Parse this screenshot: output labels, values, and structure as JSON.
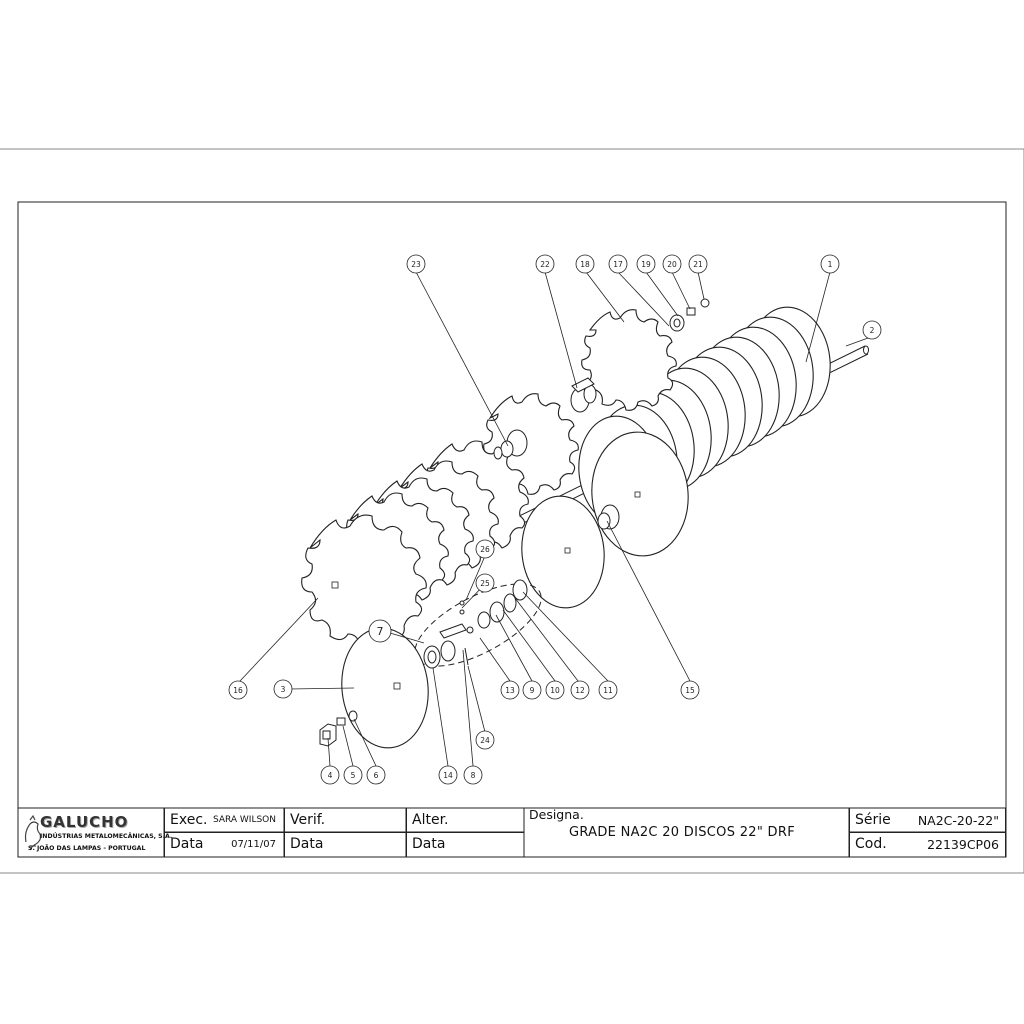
{
  "drawing": {
    "balloons": [
      "1",
      "2",
      "3",
      "4",
      "5",
      "6",
      "7",
      "8",
      "9",
      "10",
      "11",
      "12",
      "13",
      "14",
      "15",
      "16",
      "17",
      "18",
      "19",
      "20",
      "21",
      "22",
      "23",
      "24",
      "25",
      "26"
    ]
  },
  "title_block": {
    "brand": "GALUCHO",
    "company": "INDÚSTRIAS METALOMECÂNICAS, S.A.",
    "address": "S. JOÃO DAS LAMPAS - PORTUGAL",
    "exec_label": "Exec.",
    "exec_value": "SARA WILSON",
    "data_label": "Data",
    "exec_date": "07/11/07",
    "verif_label": "Verif.",
    "alter_label": "Alter.",
    "designa_label": "Designa.",
    "designation": "GRADE NA2C 20 DISCOS 22\" DRF",
    "serie_label": "Série",
    "serie_value": "NA2C-20-22\"",
    "cod_label": "Cod.",
    "cod_value": "22139CP06"
  },
  "colors": {
    "line": "#222222",
    "paper": "#ffffff"
  }
}
